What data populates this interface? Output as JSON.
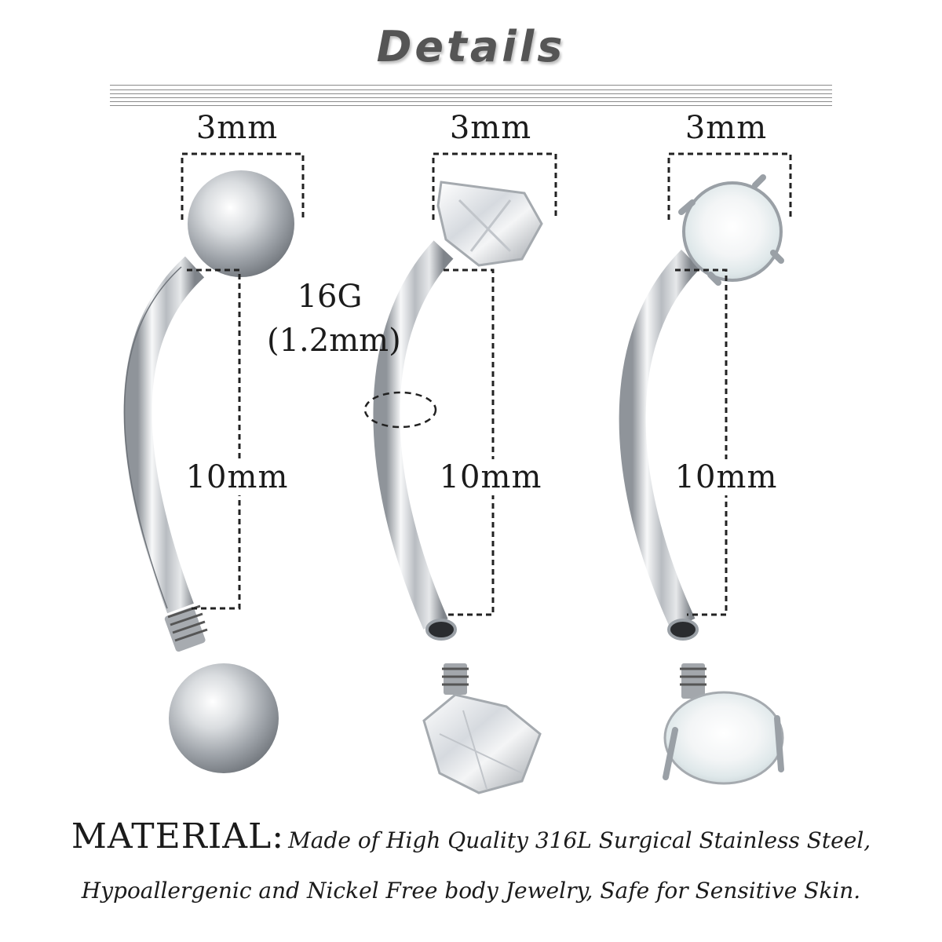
{
  "title": "Details",
  "items": [
    {
      "head_width": "3mm",
      "bar_length": "10mm",
      "head_type": "ball"
    },
    {
      "head_width": "3mm",
      "bar_length": "10mm",
      "head_type": "clear-crystal"
    },
    {
      "head_width": "3mm",
      "bar_length": "10mm",
      "head_type": "white-opal"
    }
  ],
  "gauge": {
    "label": "16G",
    "metric": "(1.2mm)"
  },
  "material": {
    "label": "MATERIAL:",
    "line1": "Made of High Quality 316L Surgical Stainless Steel,",
    "line2": "Hypoallergenic and Nickel Free body Jewelry, Safe for Sensitive Skin."
  },
  "colors": {
    "steel": "#c9ccd0",
    "steel_dark": "#7d8187",
    "text": "#1b1b1b",
    "opal": "#f2f4f6",
    "crystal": "#e8ecf0"
  }
}
